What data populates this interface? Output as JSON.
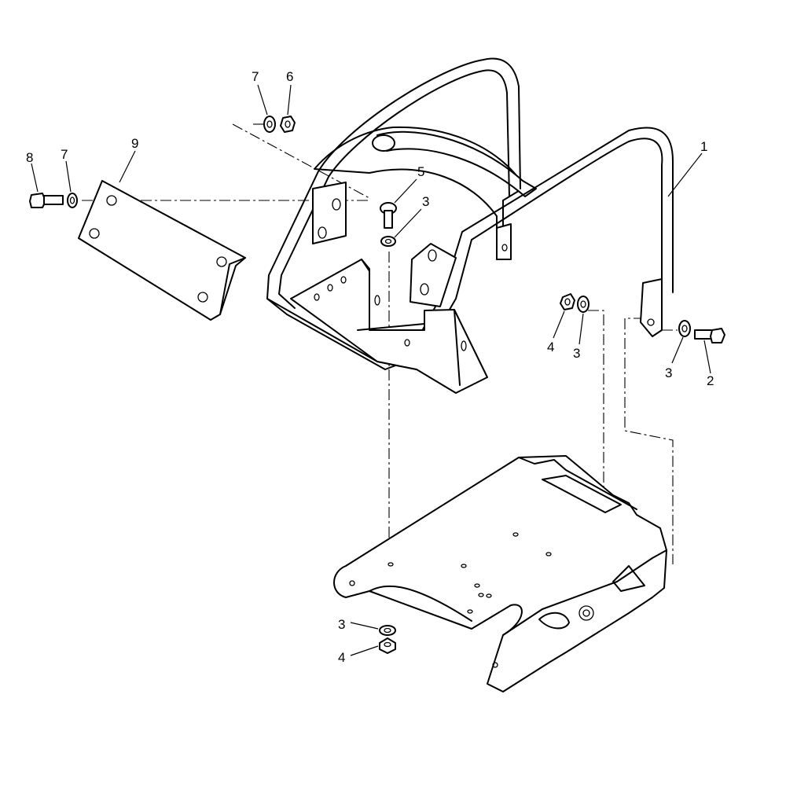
{
  "callouts": [
    {
      "id": "c1",
      "label": "1"
    },
    {
      "id": "c2",
      "label": "2"
    },
    {
      "id": "c3a",
      "label": "3"
    },
    {
      "id": "c3b",
      "label": "3"
    },
    {
      "id": "c3c",
      "label": "3"
    },
    {
      "id": "c3d",
      "label": "3"
    },
    {
      "id": "c4a",
      "label": "4"
    },
    {
      "id": "c4b",
      "label": "4"
    },
    {
      "id": "c5",
      "label": "5"
    },
    {
      "id": "c6",
      "label": "6"
    },
    {
      "id": "c7a",
      "label": "7"
    },
    {
      "id": "c7b",
      "label": "7"
    },
    {
      "id": "c8",
      "label": "8"
    },
    {
      "id": "c9",
      "label": "9"
    }
  ],
  "colors": {
    "line": "#000000",
    "background": "#ffffff"
  }
}
